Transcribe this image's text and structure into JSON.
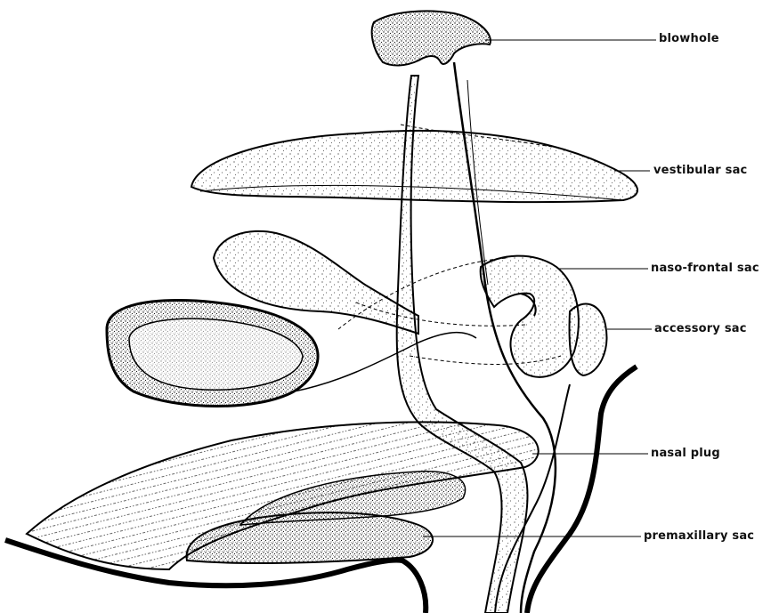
{
  "labels": {
    "blowhole": "blowhole",
    "vestibular_sac": "vestibular sac",
    "naso_frontal_sac": "naso-frontal sac",
    "accessory_sac": "accessory sac",
    "nasal_plug": "nasal plug",
    "premaxillary_sac": "premaxillary sac"
  },
  "colors": {
    "ink": "#111111",
    "paper": "#ffffff"
  }
}
